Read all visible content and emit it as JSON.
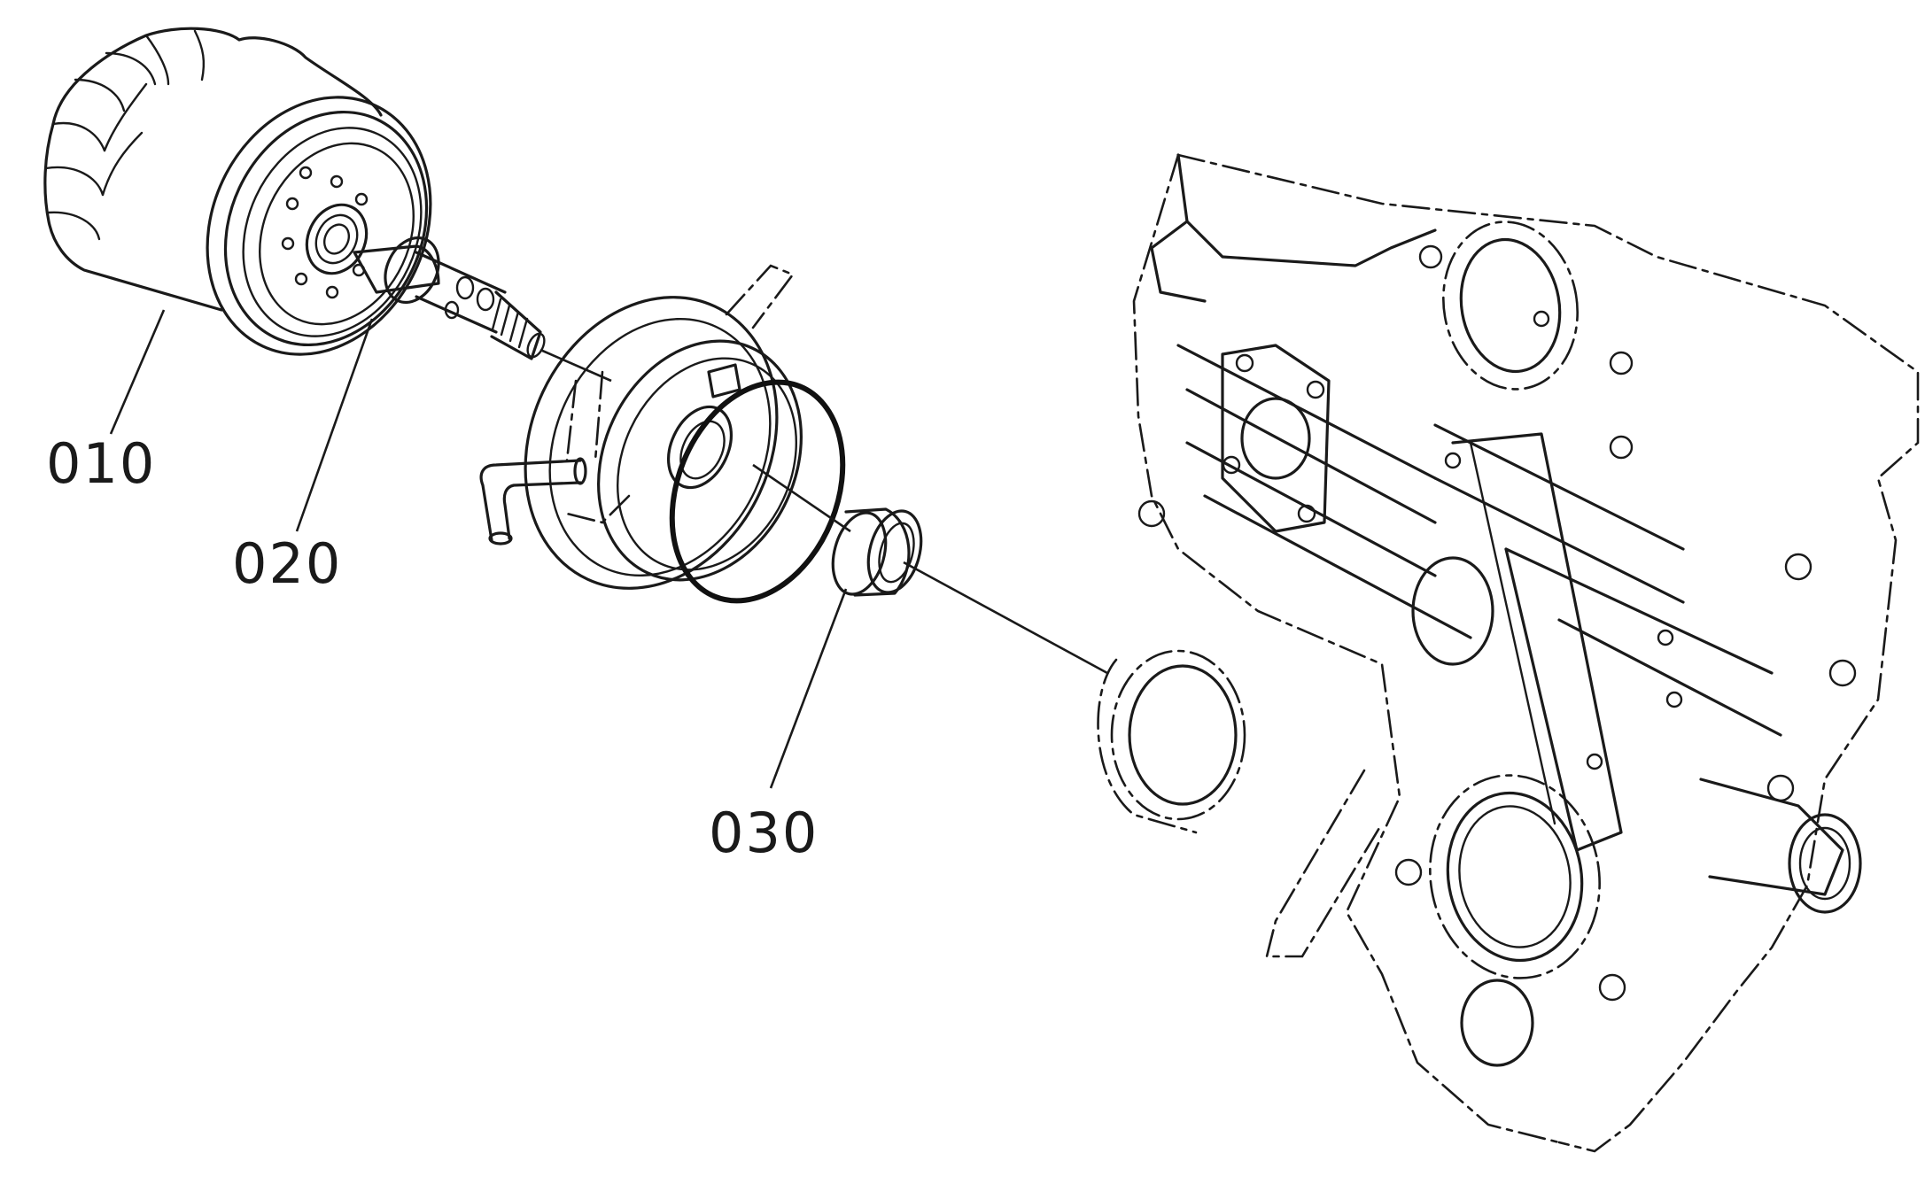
{
  "diagram": {
    "parts": [
      {
        "id": "oil-filter",
        "label": "010"
      },
      {
        "id": "relief-valve",
        "label": "020"
      },
      {
        "id": "sleeve",
        "label": "030"
      }
    ]
  }
}
